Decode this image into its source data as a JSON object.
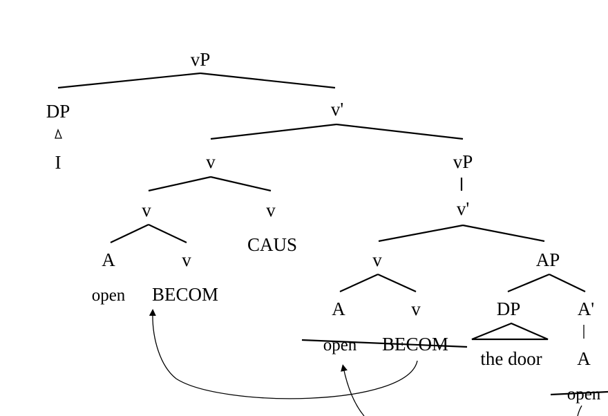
{
  "tree": {
    "root": "vP",
    "dp": "DP",
    "i": "I",
    "vbar": "v'",
    "v_complex": "v",
    "v_inner": "v",
    "v_caus": "v",
    "caus": "CAUS",
    "a_hi": "A",
    "v_hi": "v",
    "open_hi": "open",
    "becom_hi": "BECOM",
    "vp_low": "vP",
    "vbar_low": "v'",
    "v_mid": "v",
    "ap": "AP",
    "a_mid": "A",
    "v_low": "v",
    "open_mid": "open",
    "becom_mid": "BECOM",
    "dp_low": "DP",
    "abar": "A'",
    "the_door": "the door",
    "a_low": "A",
    "open_low": "open"
  }
}
